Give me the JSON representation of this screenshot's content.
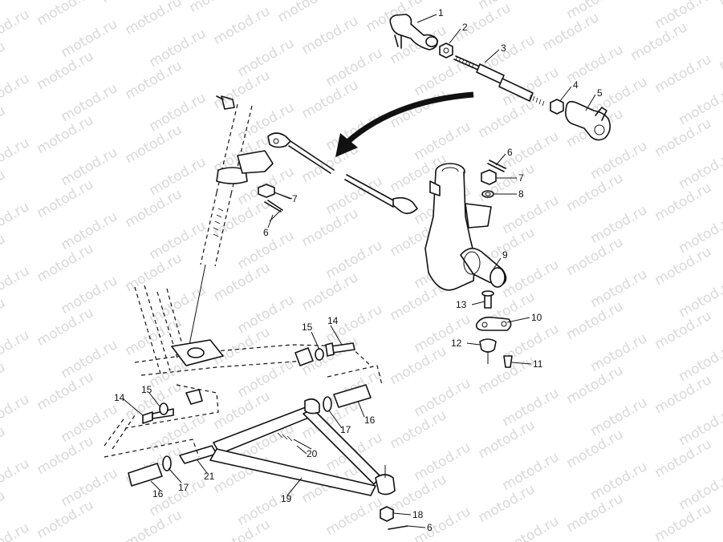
{
  "watermark": {
    "text": "motod.ru"
  },
  "callouts": {
    "c1": "1",
    "c2": "2",
    "c3": "3",
    "c4": "4",
    "c5": "5",
    "c6a": "6",
    "c7a": "7",
    "c8": "8",
    "c6b": "6",
    "c7b": "7",
    "c9": "9",
    "c10": "10",
    "c11": "11",
    "c12": "12",
    "c13": "13",
    "c14a": "14",
    "c15a": "15",
    "c14b": "14",
    "c15b": "15",
    "c16a": "16",
    "c17a": "17",
    "c16b": "16",
    "c17b": "17",
    "c18": "18",
    "c6c": "6",
    "c19": "19",
    "c20": "20",
    "c21": "21"
  },
  "colors": {
    "line": "#111111",
    "watermark": "#d9d9d9",
    "background": "#ffffff"
  }
}
